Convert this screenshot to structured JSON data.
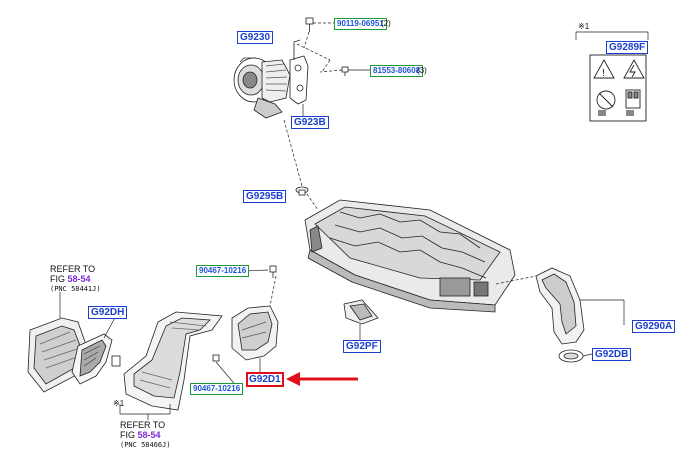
{
  "parts": {
    "g9230": "G9230",
    "g923b": "G923B",
    "bolt_90119": "90119-06951",
    "bolt_90119_qty": "(2)",
    "clip_81553": "81553-80608",
    "clip_81553_qty": "(3)",
    "g9289f": "G9289F",
    "g9295b": "G9295B",
    "nut_90467_a": "90467-10216",
    "nut_90467_b": "90467-10216",
    "g92dh": "G92DH",
    "g92pf": "G92PF",
    "g92d1": "G92D1",
    "g9290a": "G9290A",
    "g92db": "G92DB"
  },
  "notes": {
    "mark_top_right": "※1",
    "mark_bottom": "※1"
  },
  "refs": {
    "top": {
      "line1": "REFER TO",
      "fig_prefix": "FIG ",
      "fig": "58-54",
      "pnc": "(PNC 58441J)"
    },
    "bottom": {
      "line1": "REFER TO",
      "fig_prefix": "FIG ",
      "fig": "58-54",
      "pnc": "(PNC 58466J)"
    }
  },
  "colors": {
    "label_blue": "#1a3fd0",
    "label_green_border": "#1f9a3a",
    "highlight_red": "#e0101a",
    "fig_link": "#7a2bd9"
  }
}
